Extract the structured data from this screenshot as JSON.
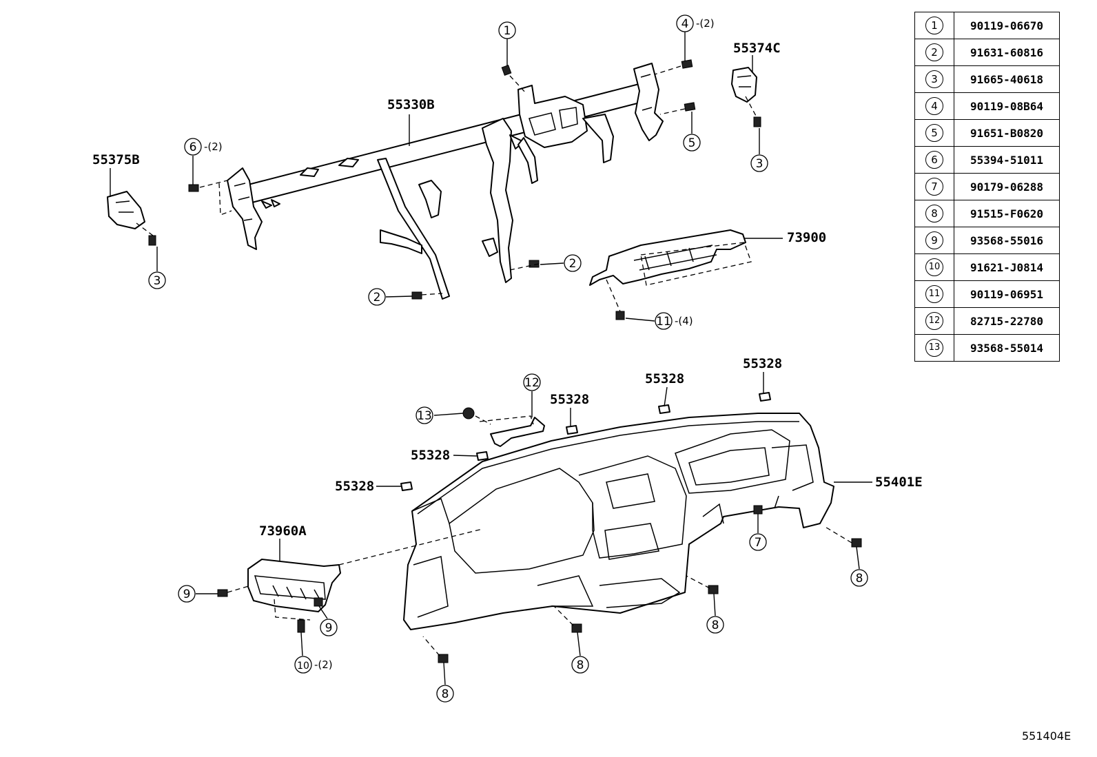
{
  "part_labels": {
    "p55330B": "55330B",
    "p55375B": "55375B",
    "p55374C": "55374C",
    "p73900": "73900",
    "p55328a": "55328",
    "p55328b": "55328",
    "p55328c": "55328",
    "p55328d": "55328",
    "p55328e": "55328",
    "p55401E": "55401E",
    "p73960A": "73960A"
  },
  "callouts": {
    "c1": "1",
    "c2a": "2",
    "c2b": "2",
    "c3a": "3",
    "c3b": "3",
    "c4": "4",
    "c5": "5",
    "c6": "6",
    "c7": "7",
    "c8a": "8",
    "c8b": "8",
    "c8c": "8",
    "c8d": "8",
    "c9a": "9",
    "c9b": "9",
    "c10": "10",
    "c11": "11",
    "c12": "12",
    "c13": "13"
  },
  "quantities": {
    "q4": "-(2)",
    "q6": "-(2)",
    "q10": "-(2)",
    "q11": "-(4)"
  },
  "ref_table": [
    {
      "num": "1",
      "code": "90119-06670"
    },
    {
      "num": "2",
      "code": "91631-60816"
    },
    {
      "num": "3",
      "code": "91665-40618"
    },
    {
      "num": "4",
      "code": "90119-08B64"
    },
    {
      "num": "5",
      "code": "91651-B0820"
    },
    {
      "num": "6",
      "code": "55394-51011"
    },
    {
      "num": "7",
      "code": "90179-06288"
    },
    {
      "num": "8",
      "code": "91515-F0620"
    },
    {
      "num": "9",
      "code": "93568-55016"
    },
    {
      "num": "10",
      "code": "91621-J0814"
    },
    {
      "num": "11",
      "code": "90119-06951"
    },
    {
      "num": "12",
      "code": "82715-22780"
    },
    {
      "num": "13",
      "code": "93568-55014"
    }
  ],
  "diagram_code": "551404E"
}
